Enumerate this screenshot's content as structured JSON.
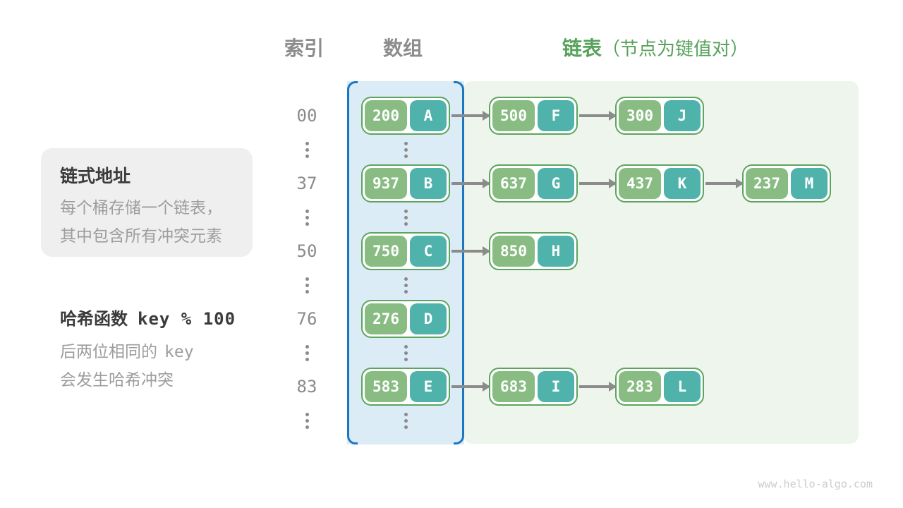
{
  "headers": {
    "index": "索引",
    "array": "数组",
    "list": "链表",
    "list_note": "（节点为键值对）"
  },
  "annotations": {
    "chaining": {
      "title": "链式地址",
      "lines": [
        "每个桶存储一个链表，",
        "其中包含所有冲突元素"
      ]
    },
    "hash": {
      "title_prefix": "哈希函数",
      "title_code": "key % 100",
      "line1_prefix": "后两位相同的",
      "line1_code": "key",
      "line2": "会发生哈希冲突"
    }
  },
  "hash_table": {
    "rows": [
      {
        "index": "00",
        "bucket": {
          "key": "200",
          "value": "A"
        },
        "chain": [
          {
            "key": "500",
            "value": "F"
          },
          {
            "key": "300",
            "value": "J"
          }
        ]
      },
      {
        "index": "37",
        "bucket": {
          "key": "937",
          "value": "B"
        },
        "chain": [
          {
            "key": "637",
            "value": "G"
          },
          {
            "key": "437",
            "value": "K"
          },
          {
            "key": "237",
            "value": "M"
          }
        ]
      },
      {
        "index": "50",
        "bucket": {
          "key": "750",
          "value": "C"
        },
        "chain": [
          {
            "key": "850",
            "value": "H"
          }
        ]
      },
      {
        "index": "76",
        "bucket": {
          "key": "276",
          "value": "D"
        },
        "chain": []
      },
      {
        "index": "83",
        "bucket": {
          "key": "583",
          "value": "E"
        },
        "chain": [
          {
            "key": "683",
            "value": "I"
          },
          {
            "key": "283",
            "value": "L"
          }
        ]
      }
    ]
  },
  "colors": {
    "header_gray": "#8c8c8c",
    "header_green": "#57a25b",
    "node_border": "#5ba55e",
    "key_green": "#88bc82",
    "value_teal": "#4fb3ab",
    "array_bg": "#dcecf7",
    "array_border_blue": "#1c77c2",
    "list_bg": "#eef5ec",
    "arrow_gray": "#8b8b8b",
    "note_box_bg": "#efefef",
    "dark_text": "#3b3b3b",
    "muted_text": "#9d9d9d"
  },
  "watermark": "www.hello-algo.com"
}
